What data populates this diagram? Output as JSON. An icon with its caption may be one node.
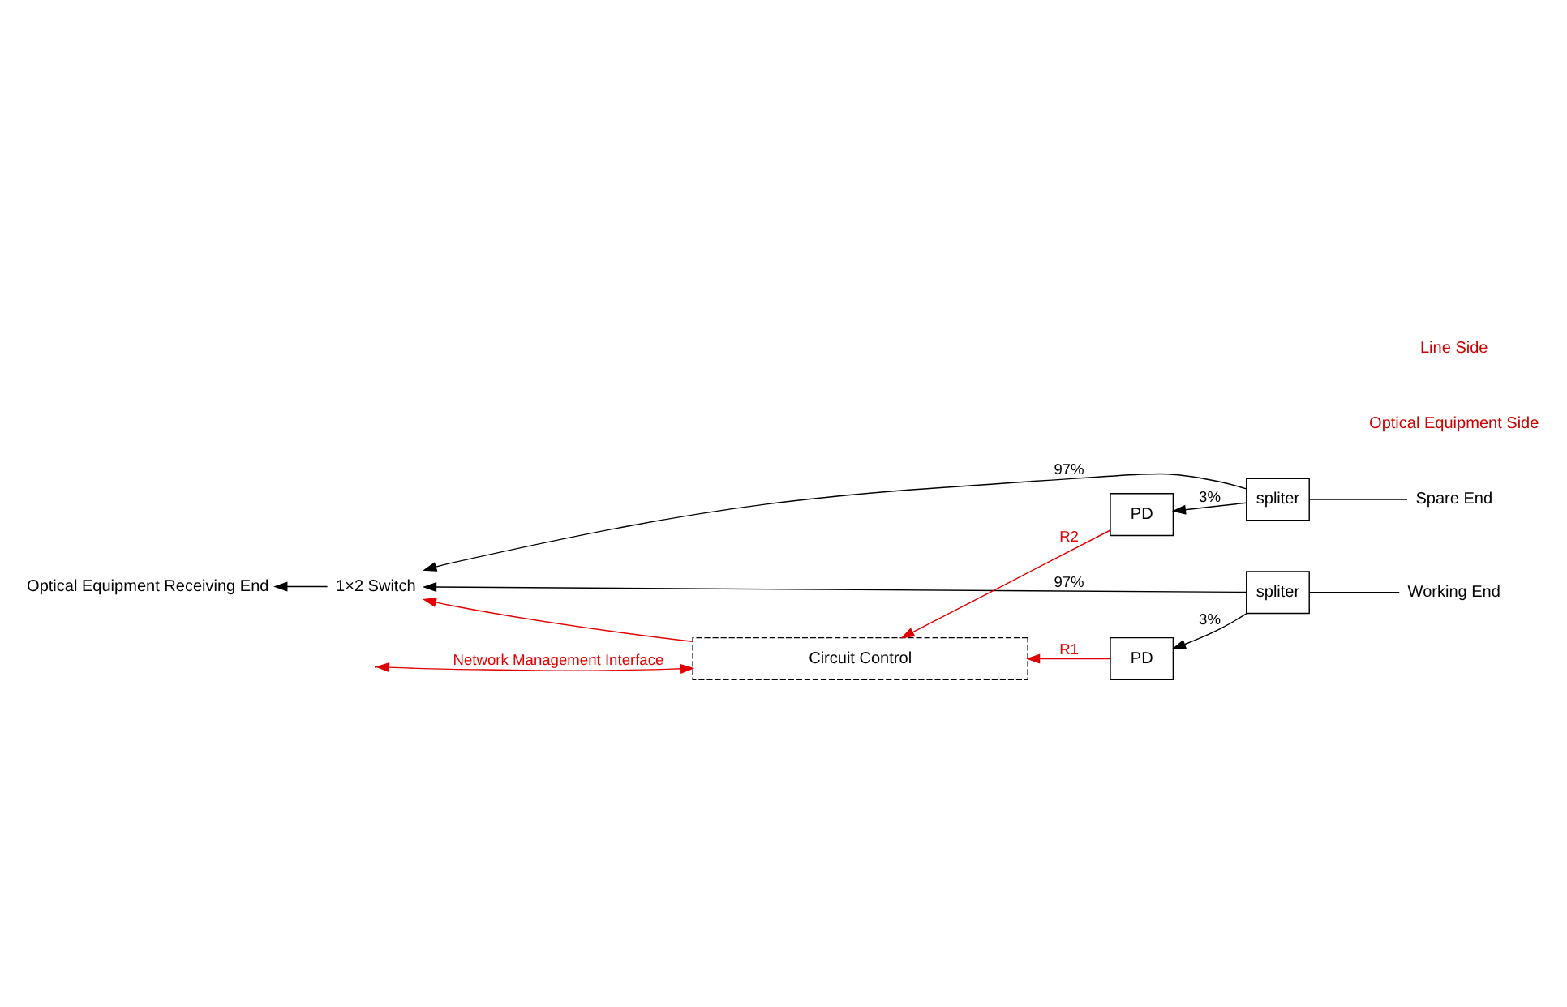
{
  "diagram": {
    "nodes": [
      {
        "text": [
          "PD"
        ]
      },
      {
        "text": [
          "spliter"
        ]
      },
      {
        "text": [
          "spliter"
        ]
      },
      {
        "text": [
          "PD"
        ]
      },
      {
        "text": [
          "Working End"
        ]
      },
      {
        "text": [
          "Spare End"
        ]
      },
      {
        "text": [
          "1×2 Switch"
        ]
      },
      {
        "text": [
          "Optical Equipment Receiving End"
        ]
      },
      {
        "text": [
          "Circuit Control"
        ]
      }
    ],
    "edges": [
      {
        "from": 4,
        "to": 1,
        "arrow": "none"
      },
      {
        "from": 5,
        "to": 2,
        "arrow": "none"
      },
      {
        "from": 1,
        "to": 0,
        "arrow": "to",
        "label": "3%"
      },
      {
        "from": 2,
        "to": 3,
        "arrow": "to",
        "label": "3%"
      },
      {
        "from": 1,
        "to": 6,
        "arrow": "to",
        "label": "97%"
      },
      {
        "from": 2,
        "to": 6,
        "arrow": "to",
        "label": "97%"
      },
      {
        "from": 6,
        "to": 7,
        "arrow": "to"
      },
      {
        "from": 0,
        "to": 8,
        "arrow": "to",
        "label": "R1",
        "color": "#e00000"
      },
      {
        "from": 3,
        "to": 8,
        "arrow": "to",
        "label": "R2",
        "color": "#e00000"
      },
      {
        "from": 8,
        "to": 6,
        "arrow": "to",
        "color": "#e00000"
      },
      {
        "from": 8,
        "to": null,
        "arrow": "both",
        "label": "Network Management Interface",
        "color": "#e00000"
      }
    ],
    "labels": [
      "Optical Equipment Side",
      "Line Side"
    ]
  }
}
